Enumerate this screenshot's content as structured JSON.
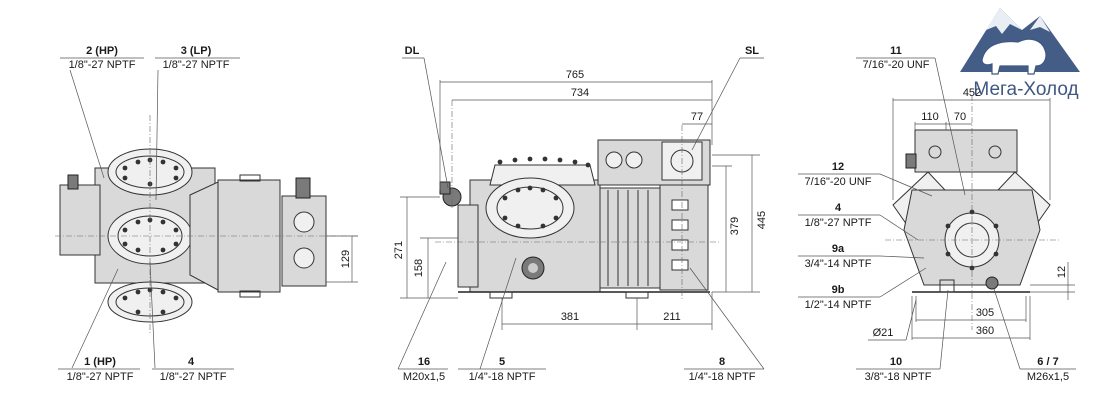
{
  "brand": {
    "logo_text": "Мега-Холод",
    "color": "#35507d"
  },
  "left_view": {
    "callouts": [
      {
        "id": "2",
        "title": "2 (HP)",
        "spec": "1/8\"-27 NPTF"
      },
      {
        "id": "3",
        "title": "3 (LP)",
        "spec": "1/8\"-27 NPTF"
      },
      {
        "id": "1",
        "title": "1 (HP)",
        "spec": "1/8\"-27 NPTF"
      },
      {
        "id": "4",
        "title": "4",
        "spec": "1/8\"-27 NPTF"
      }
    ],
    "dimensions": {
      "d129": "129"
    }
  },
  "middle_view": {
    "labels": {
      "dl": "DL",
      "sl": "SL"
    },
    "dimensions": {
      "d765": "765",
      "d734": "734",
      "d77": "77",
      "d445": "445",
      "d379": "379",
      "d271": "271",
      "d158": "158",
      "d381": "381",
      "d211": "211"
    },
    "callouts": [
      {
        "id": "16",
        "title": "16",
        "spec": "M20x1,5"
      },
      {
        "id": "5",
        "title": "5",
        "spec": "1/4\"-18 NPTF"
      },
      {
        "id": "8",
        "title": "8",
        "spec": "1/4\"-18 NPTF"
      }
    ]
  },
  "right_view": {
    "callouts": [
      {
        "id": "11",
        "title": "11",
        "spec": "7/16\"-20 UNF"
      },
      {
        "id": "12",
        "title": "12",
        "spec": "7/16\"-20 UNF"
      },
      {
        "id": "4",
        "title": "4",
        "spec": "1/8\"-27 NPTF"
      },
      {
        "id": "9a",
        "title": "9a",
        "spec": "3/4\"-14 NPTF"
      },
      {
        "id": "9b",
        "title": "9b",
        "spec": "1/2\"-14 NPTF"
      },
      {
        "id": "10",
        "title": "10",
        "spec": "3/8\"-18 NPTF"
      },
      {
        "id": "6_7",
        "title": "6 / 7",
        "spec": "M26x1,5"
      }
    ],
    "dimensions": {
      "d452": "452",
      "d110": "110",
      "d70": "70",
      "d12": "12",
      "d305": "305",
      "d360": "360",
      "d21": "Ø21"
    }
  }
}
